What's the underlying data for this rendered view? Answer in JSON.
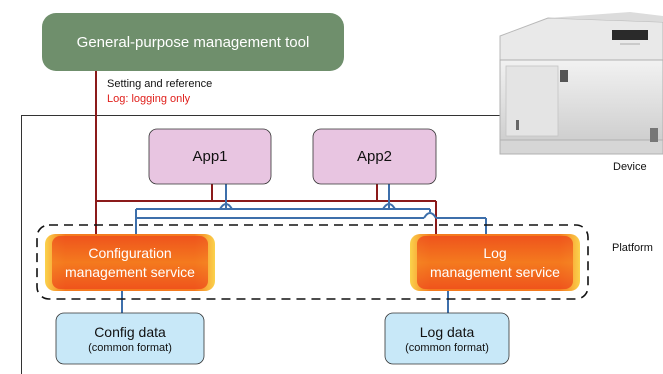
{
  "management_tool": {
    "label": "General-purpose management tool"
  },
  "connection_notes": {
    "setting_reference": "Setting and reference",
    "log_note": "Log: logging only"
  },
  "apps": {
    "app1": "App1",
    "app2": "App2"
  },
  "services": {
    "config": {
      "line1": "Configuration",
      "line2": "management service"
    },
    "log": {
      "line1": "Log",
      "line2": "management service"
    }
  },
  "data_stores": {
    "config": {
      "title": "Config data",
      "subtitle": "(common format)"
    },
    "log": {
      "title": "Log data",
      "subtitle": "(common format)"
    }
  },
  "labels": {
    "device": "Device",
    "platform": "Platform"
  },
  "colors": {
    "tool_fill": "#6f8f6c",
    "app_fill": "#e8c5e1",
    "data_fill": "#c8e8f8",
    "red_line": "#8b1a1a",
    "blue_line": "#3d6fab",
    "note_red": "#e0201c",
    "service_orange": "#f06a16"
  },
  "icons": {
    "device": "printer-icon"
  }
}
